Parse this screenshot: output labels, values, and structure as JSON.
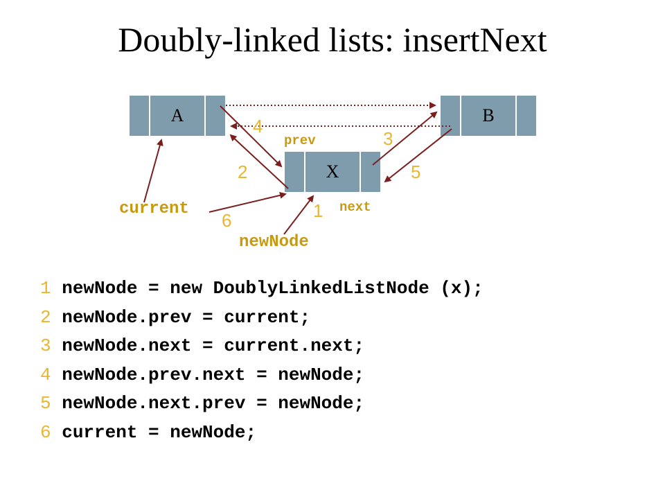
{
  "title": "Doubly-linked lists: insertNext",
  "nodes": {
    "a": "A",
    "b": "B",
    "x": "X"
  },
  "labels": {
    "prev": "prev",
    "next": "next",
    "current": "current",
    "newNode": "newNode"
  },
  "steps": [
    "1",
    "2",
    "3",
    "4",
    "5",
    "6"
  ],
  "code_lines": [
    {
      "num": "1",
      "text": "newNode = new DoublyLinkedListNode (x);"
    },
    {
      "num": "2",
      "text": "newNode.prev = current;"
    },
    {
      "num": "3",
      "text": "newNode.next = current.next;"
    },
    {
      "num": "4",
      "text": "newNode.prev.next = newNode;"
    },
    {
      "num": "5",
      "text": "newNode.next.prev = newNode;"
    },
    {
      "num": "6",
      "text": "current = newNode;"
    }
  ],
  "colors": {
    "node_fill": "#7f9cad",
    "arrow": "#7a1e1e",
    "step_number": "#e8b631",
    "variable_label": "#c79a13"
  }
}
